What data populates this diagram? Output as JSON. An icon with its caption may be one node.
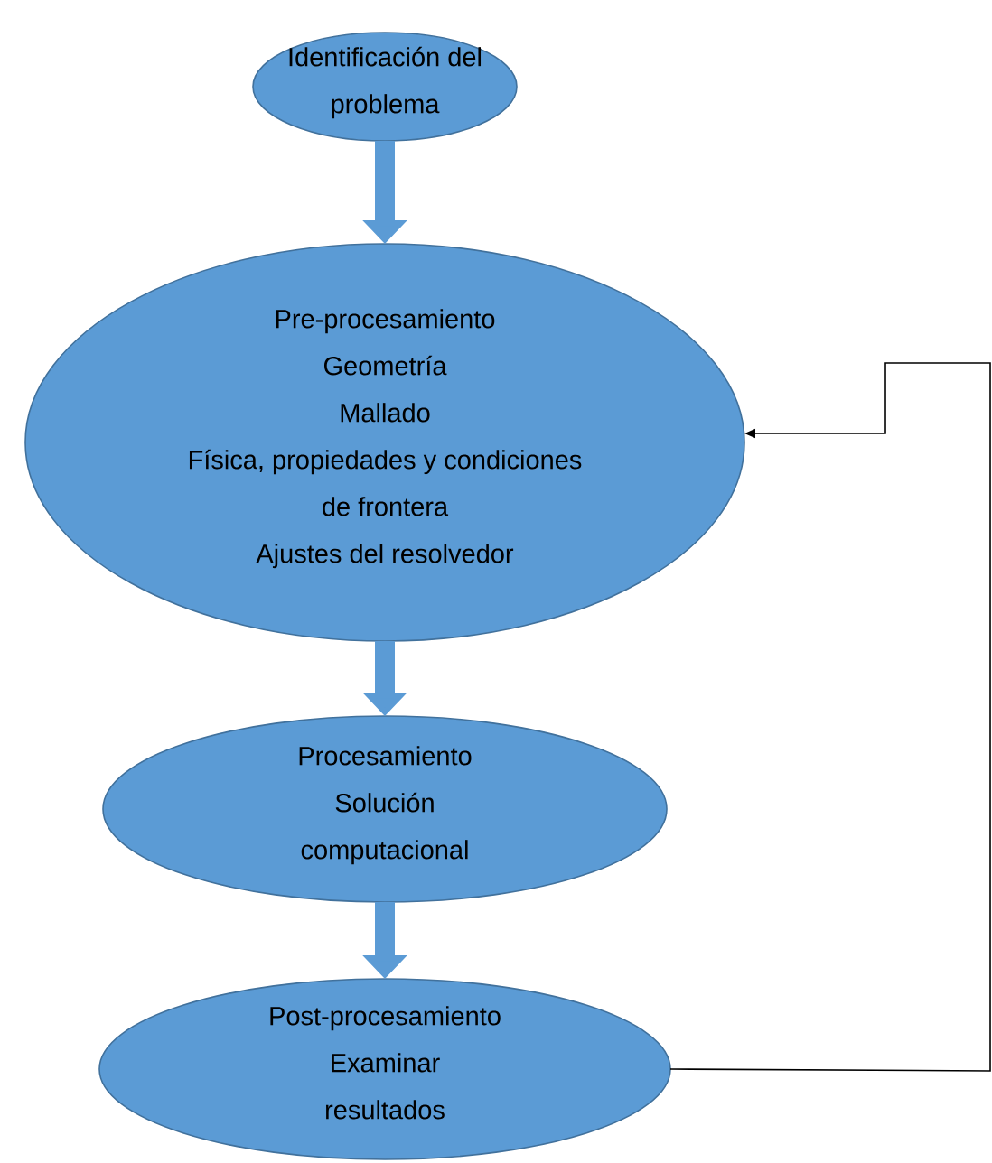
{
  "diagram": {
    "nodes": [
      {
        "text": [
          "Identificación del problema"
        ]
      },
      {
        "text": [
          "Pre-procesamiento",
          "Geometría",
          "Mallado",
          "Física, propiedades y condiciones de frontera",
          "Ajustes del resolvedor"
        ]
      },
      {
        "text": [
          "Procesamiento",
          "Solución computacional"
        ]
      },
      {
        "text": [
          "Post-procesamiento",
          "Examinar resultados"
        ]
      }
    ],
    "edges": [
      {
        "from": 0,
        "to": 1,
        "arrow": "to"
      },
      {
        "from": 1,
        "to": 2,
        "arrow": "to"
      },
      {
        "from": 2,
        "to": 3,
        "arrow": "to"
      },
      {
        "from": 3,
        "to": 1,
        "arrow": "to",
        "color": "#000000"
      }
    ]
  }
}
